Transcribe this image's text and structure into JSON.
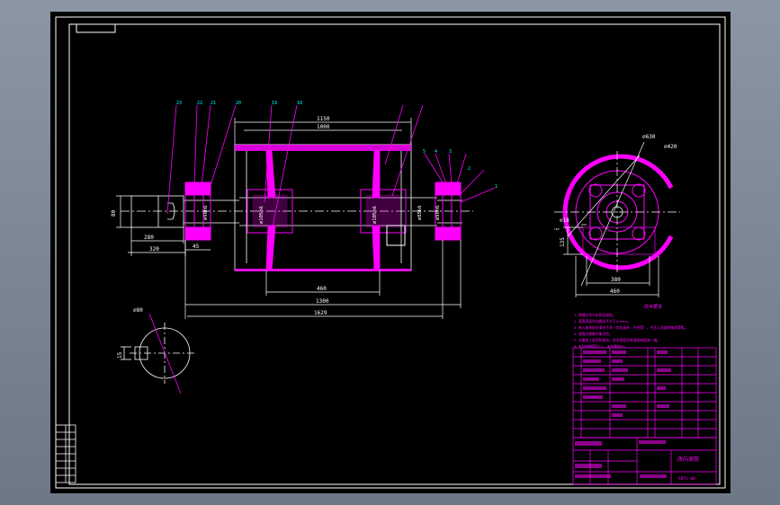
{
  "colors": {
    "background": "#000000",
    "border": "#ffffff",
    "part": "#ff00ff",
    "dimension": "#ffffff",
    "text": "#ffffff",
    "leader": "#ff00ff",
    "table_text": "#ff00ff"
  },
  "title_block_name": "改向滚筒",
  "title_block_drawing_no": "SDTG-00",
  "dimensions": {
    "top_overall": "1150",
    "drum_length": "1000",
    "shaft_end_height": "80",
    "shaft_end_len": "280",
    "shaft_end_total": "320",
    "bearing_offset": "45",
    "inner_span": "460",
    "bearing_span": "1300",
    "overall_length": "1629",
    "section_dia": "⌀80",
    "section_key": "15",
    "side_outer_dia": "⌀630",
    "side_inner_dia": "⌀420",
    "side_hole": "⌀18",
    "side_height": "135",
    "side_bolt_span": "380",
    "side_base_width": "460"
  },
  "dia_labels": {
    "bearing_left": "⌀90h6",
    "hub_left": "⌀105h6",
    "hub_right": "⌀105h6",
    "bearing_right": "⌀90h6",
    "right_end": "⌀85k6"
  },
  "balloons": [
    "23",
    "22",
    "21",
    "20",
    "19",
    "18",
    "5",
    "4",
    "3",
    "2",
    "1"
  ],
  "tech_req_title": "技术要求",
  "tech_req": [
    "1. 焊缝应均匀牢固无缺陷。",
    "2. 滚筒表面径向跳动不大于0.5mm。",
    "3. 装入轴承前应清洗干净（包括轴承、外壳等），并注入适量锂基润滑脂。",
    "4. 滚筒应做静平衡试验。",
    "5. 外露加工面涂防锈油，其余表面涂底漆两遍面漆一遍。",
    "6. 未注明倒角为C1，未注圆角R2。"
  ],
  "side_labels": {
    "cap": "CAP"
  }
}
